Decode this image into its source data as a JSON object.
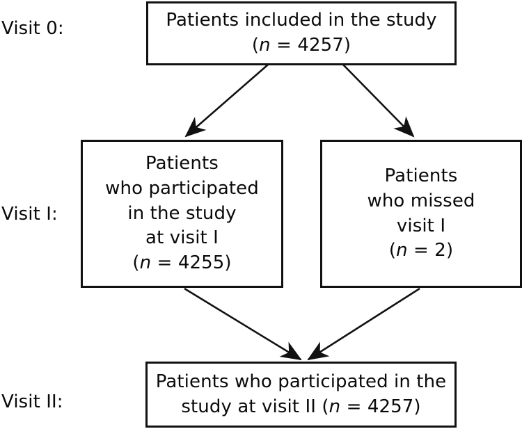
{
  "figure": {
    "type": "flowchart",
    "title": "Patient flow through study visits",
    "stroke_color": "#111111",
    "background_color": "#ffffff"
  },
  "stage_labels": [
    {
      "id": "visit-0",
      "text": "Visit 0:"
    },
    {
      "id": "visit-1",
      "text": "Visit I:"
    },
    {
      "id": "visit-2",
      "text": "Visit II:"
    }
  ],
  "nodes": {
    "top": {
      "id": "patients-included",
      "lines": [
        "Patients included in the study"
      ],
      "count_prefix": "(",
      "count_symbol": "n",
      "count_middle": " = ",
      "count_value": "4257",
      "count_suffix": ")",
      "n": 4257
    },
    "mid_left": {
      "id": "participated-visit-1",
      "lines": [
        "Patients",
        "who participated",
        "in the study",
        "at visit I"
      ],
      "count_prefix": "(",
      "count_symbol": "n",
      "count_middle": " = ",
      "count_value": "4255",
      "count_suffix": ")",
      "n": 4255
    },
    "mid_right": {
      "id": "missed-visit-1",
      "lines": [
        "Patients",
        "who missed",
        "visit I"
      ],
      "count_prefix": "(",
      "count_symbol": "n",
      "count_middle": " = ",
      "count_value": "2",
      "count_suffix": ")",
      "n": 2
    },
    "bottom": {
      "id": "participated-visit-2",
      "line1": "Patients who participated in the",
      "line2_pre": "study at visit II ",
      "count_prefix": "(",
      "count_symbol": "n",
      "count_middle": " = ",
      "count_value": "4257",
      "count_suffix": ")",
      "n": 4257
    }
  },
  "edges": [
    {
      "id": "top-to-mid-left",
      "from": "patients-included",
      "to": "participated-visit-1",
      "label": ""
    },
    {
      "id": "top-to-mid-right",
      "from": "patients-included",
      "to": "missed-visit-1",
      "label": ""
    },
    {
      "id": "mid-left-to-bottom",
      "from": "participated-visit-1",
      "to": "participated-visit-2",
      "label": ""
    },
    {
      "id": "mid-right-to-bottom",
      "from": "missed-visit-1",
      "to": "participated-visit-2",
      "label": ""
    }
  ]
}
